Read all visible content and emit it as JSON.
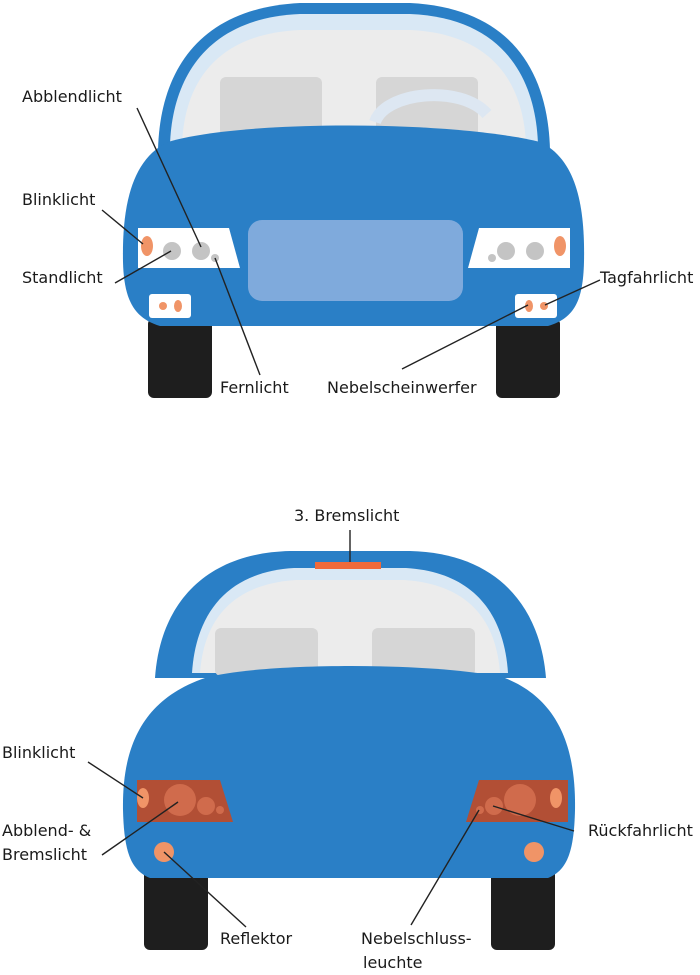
{
  "colors": {
    "body": "#2a7fc6",
    "body_dark": "#1f6fb4",
    "glass_outer": "#d9e8f5",
    "glass_inner": "#ececec",
    "seat": "#d6d6d6",
    "tire": "#1e1e1e",
    "plate": "#7faadc",
    "lamp_white": "#ffffff",
    "lamp_gray": "#c4c4c4",
    "orange": "#f09467",
    "tail_red": "#b24f35",
    "tail_light": "#d06b4c",
    "brake_bar": "#f06a3a"
  },
  "front": {
    "labels": {
      "abblendlicht": "Abblendlicht",
      "blinklicht": "Blinklicht",
      "standlicht": "Standlicht",
      "fernlicht": "Fernlicht",
      "nebelscheinwerfer": "Nebelscheinwerfer",
      "tagfahrlicht": "Tagfahrlicht"
    }
  },
  "rear": {
    "labels": {
      "bremslicht3": "3. Bremslicht",
      "blinklicht": "Blinklicht",
      "abblend_line1": "Abblend- &",
      "abblend_line2": "Bremslicht",
      "reflektor": "Reflektor",
      "nebel_line1": "Nebelschluss-",
      "nebel_line2": "leuchte",
      "rueckfahrlicht": "Rückfahrlicht"
    }
  }
}
